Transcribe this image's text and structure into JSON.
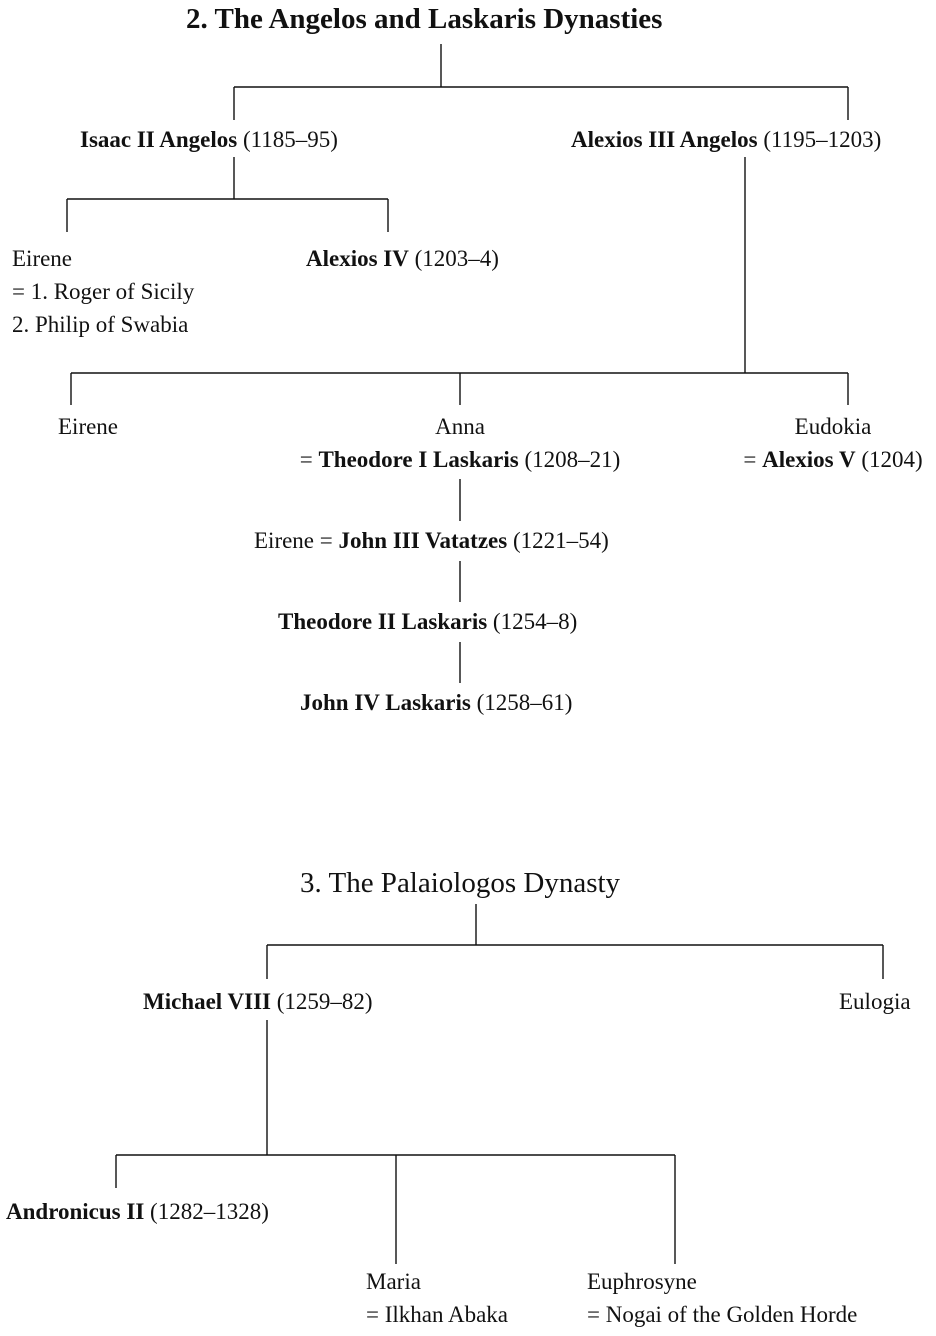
{
  "section2": {
    "title": "2. The Angelos and Laskaris Dynasties",
    "isaac": {
      "name": "Isaac II Angelos",
      "reign": " (1185–95)"
    },
    "alexios3": {
      "name": "Alexios III Angelos",
      "reign": " (1195–1203)"
    },
    "eirene_isaac": {
      "name": "Eirene",
      "spouse1": "= 1. Roger of Sicily",
      "spouse2": "2. Philip of Swabia"
    },
    "alexios4": {
      "name": "Alexios IV",
      "reign": " (1203–4)"
    },
    "eirene_a3": {
      "name": "Eirene"
    },
    "anna": {
      "name": "Anna",
      "eq": "= ",
      "spouse": "Theodore I Laskaris",
      "reign": " (1208–21)"
    },
    "eudokia": {
      "name": "Eudokia",
      "eq": "= ",
      "spouse": "Alexios V",
      "reign": " (1204)"
    },
    "eirene_john": {
      "name": "Eirene = ",
      "spouse": "John III Vatatzes",
      "reign": " (1221–54)"
    },
    "theodore2": {
      "name": "Theodore II Laskaris",
      "reign": " (1254–8)"
    },
    "john4": {
      "name": "John IV Laskaris",
      "reign": " (1258–61)"
    }
  },
  "section3": {
    "title": "3. The Palaiologos Dynasty",
    "michael8": {
      "name": "Michael VIII",
      "reign": " (1259–82)"
    },
    "eulogia": {
      "name": "Eulogia"
    },
    "andronicus2": {
      "name": "Andronicus II",
      "reign": " (1282–1328)"
    },
    "maria": {
      "name": "Maria",
      "spouse": "= Ilkhan Abaka"
    },
    "euphrosyne": {
      "name": "Euphrosyne",
      "spouse": "= Nogai of the Golden Horde"
    }
  }
}
